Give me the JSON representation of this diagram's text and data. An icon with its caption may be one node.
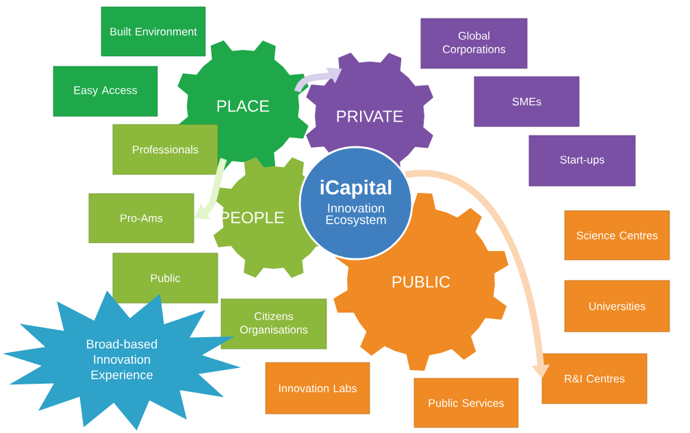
{
  "diagram": {
    "nodes": [
      {
        "text": [
          "Built Environment"
        ]
      },
      {
        "text": [
          "Easy Access"
        ]
      },
      {
        "text": [
          "Global Corporations"
        ]
      },
      {
        "text": [
          "PLACE"
        ]
      },
      {
        "text": [
          "PRIVATE"
        ]
      },
      {
        "text": [
          "SMEs"
        ]
      },
      {
        "text": [
          "Professionals"
        ]
      },
      {
        "text": [
          "Start-ups"
        ]
      },
      {
        "text": [
          "iCapital",
          "Innovation Ecosystem"
        ]
      },
      {
        "text": [
          "PEOPLE"
        ]
      },
      {
        "text": [
          "Pro-Ams"
        ]
      },
      {
        "text": [
          "Science Centres"
        ]
      },
      {
        "text": [
          "PUBLIC"
        ]
      },
      {
        "text": [
          "Public"
        ]
      },
      {
        "text": [
          "Universities"
        ]
      },
      {
        "text": [
          "Citizens Organisations"
        ]
      },
      {
        "text": [
          "Broad-based Innovation Experience"
        ]
      },
      {
        "text": [
          "Innovation Labs"
        ]
      },
      {
        "text": [
          "R&I Centres"
        ]
      },
      {
        "text": [
          "Public Services"
        ]
      }
    ],
    "edges": [
      {
        "from": 3,
        "to": 4,
        "arrow": "to",
        "color": "#d8d0ec"
      },
      {
        "from": 3,
        "to": 10,
        "arrow": "to",
        "color": "#e2f5cc"
      },
      {
        "from": 8,
        "to": 18,
        "arrow": "to",
        "color": "#fbd6b3"
      }
    ]
  }
}
